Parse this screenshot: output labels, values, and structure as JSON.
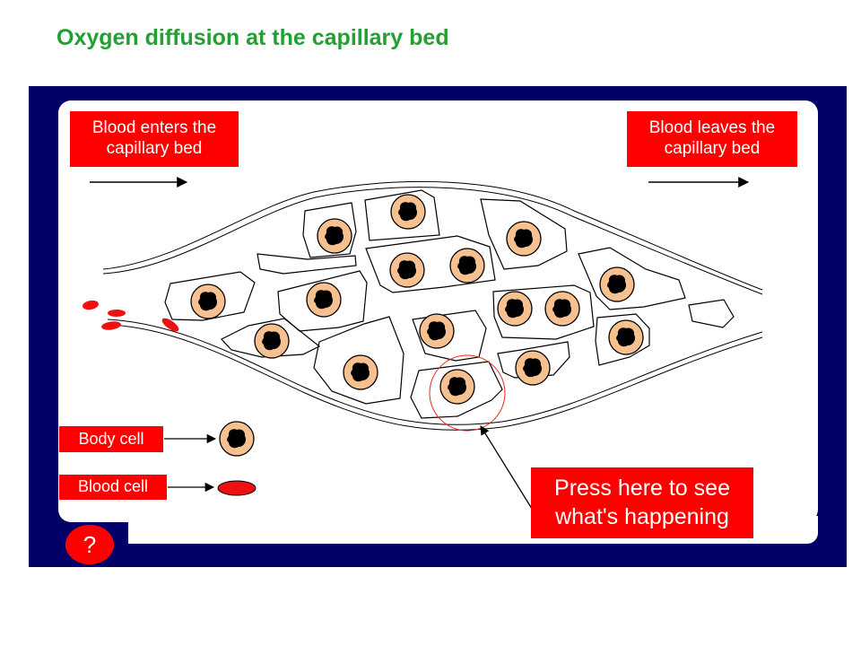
{
  "title": "Oxygen diffusion at the capillary bed",
  "labels": {
    "enter": "Blood enters the capillary bed",
    "leave": "Blood leaves the capillary bed",
    "body_cell": "Body cell",
    "blood_cell": "Blood cell"
  },
  "buttons": {
    "press_here": "Press here to see what's happening",
    "help": "?"
  },
  "colors": {
    "title": "#22a033",
    "frame": "#000066",
    "label_bg": "#ff0000",
    "body_cell": "#f7c08f",
    "blood_cell": "#ee1111",
    "highlight_circle": "#ee2222"
  },
  "icons": {
    "help": "question-mark",
    "body_cell": "body-cell-icon",
    "blood_cell": "blood-cell-icon"
  }
}
